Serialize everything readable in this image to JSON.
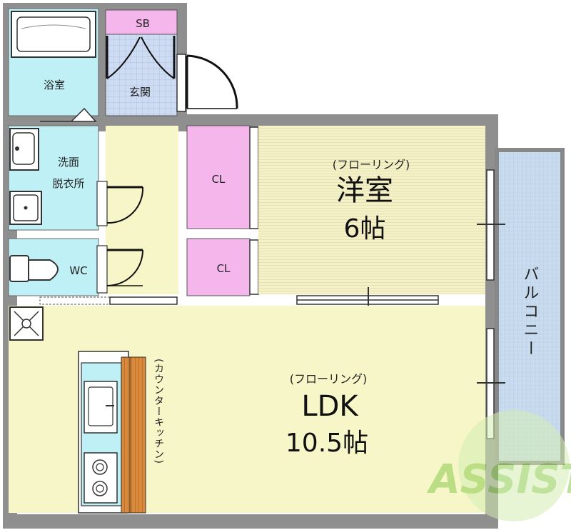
{
  "rooms": {
    "bath": "浴室",
    "shoe_box": "SB",
    "entrance": "玄関",
    "washroom_line1": "洗面",
    "washroom_line2": "脱衣所",
    "toilet": "WC",
    "closet_1": "CL",
    "closet_2": "CL",
    "western_room": {
      "floor": "(フローリング)",
      "name": "洋室",
      "size": "6帖"
    },
    "ldk": {
      "floor": "(フローリング)",
      "name": "LDK",
      "size": "10.5帖"
    },
    "balcony": "バルコニー",
    "kitchen": "(カウンターキッチン)"
  },
  "watermark": "ASSIST",
  "colors": {
    "wall": "#8f8f8f",
    "bath": "#bfeff4",
    "entrance_tile": "#c9d9f0",
    "shoe_box": "#f5b6ec",
    "closet": "#f5b6ec",
    "western_room": "#f4f1c5",
    "ldk": "#f6f6c8",
    "balcony": "#c9dcef",
    "kitchen_counter": "#d98a3a",
    "watermark": "#9fd36a"
  }
}
